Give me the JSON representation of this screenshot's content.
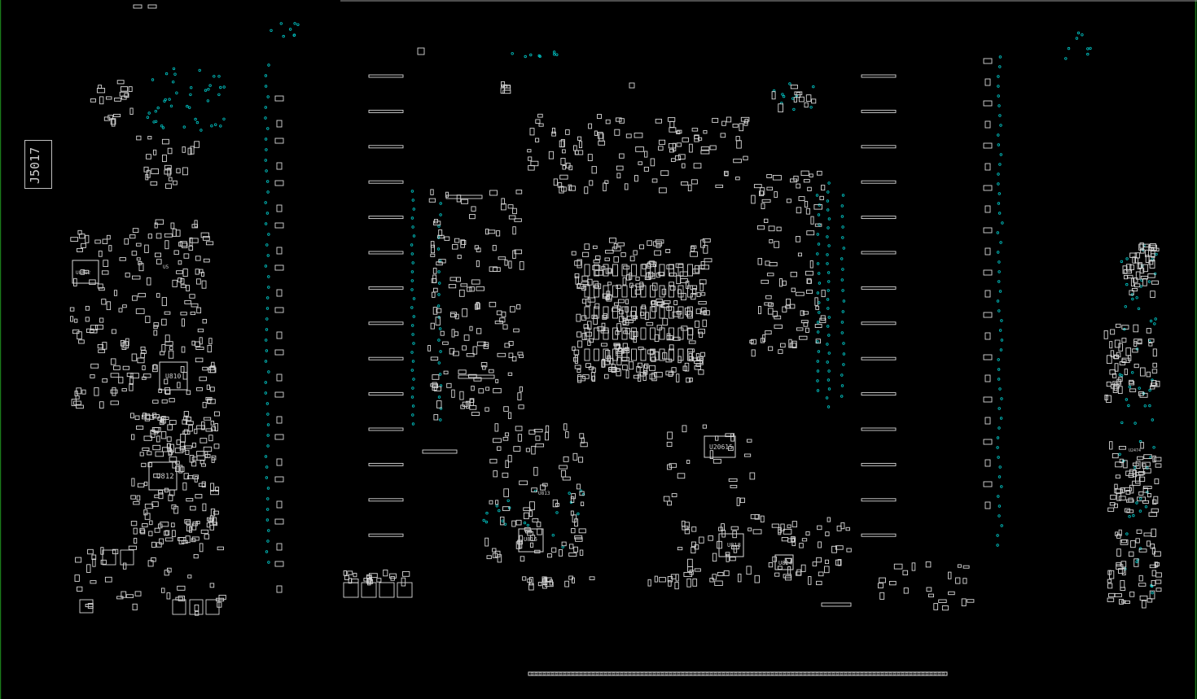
{
  "view": {
    "background": "#000000",
    "outline_color": "#d8d8d8",
    "via_color": "#00c8c8",
    "edge_color": "#1a7a1a"
  },
  "connector": {
    "ref": "J5017"
  },
  "components": [
    {
      "ref": "U8812"
    },
    {
      "ref": "U810"
    },
    {
      "ref": "U812"
    },
    {
      "ref": "U20615"
    },
    {
      "ref": "U816"
    },
    {
      "ref": "U818"
    },
    {
      "ref": "U813"
    },
    {
      "ref": "U824"
    },
    {
      "ref": "U5"
    },
    {
      "ref": "U2474"
    }
  ]
}
